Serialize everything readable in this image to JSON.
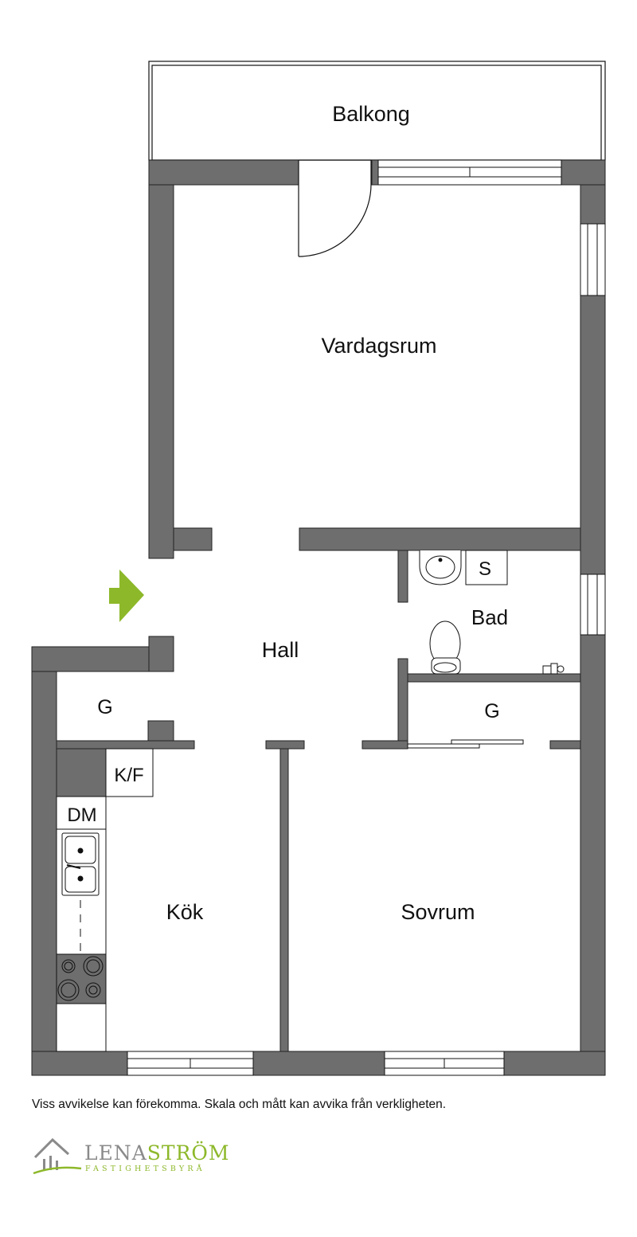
{
  "rooms": {
    "balkong": "Balkong",
    "vardagsrum": "Vardagsrum",
    "hall": "Hall",
    "bad": "Bad",
    "toilet_s": "S",
    "garderob_hall": "G",
    "garderob_sovrum": "G",
    "kyl_frys": "K/F",
    "diskmaskin": "DM",
    "kok": "Kök",
    "sovrum": "Sovrum"
  },
  "disclaimer": "Viss avvikelse kan förekomma. Skala och mått kan avvika från verkligheten.",
  "logo": {
    "name_part1": "LENA",
    "name_part2": "STRÖM",
    "tagline": "FASTIGHETSBYRÅ"
  },
  "colors": {
    "wall": "#6f6e6f",
    "entrance_arrow": "#8db82a",
    "logo_grey": "#8a8a8a",
    "logo_green": "#8db82a"
  }
}
